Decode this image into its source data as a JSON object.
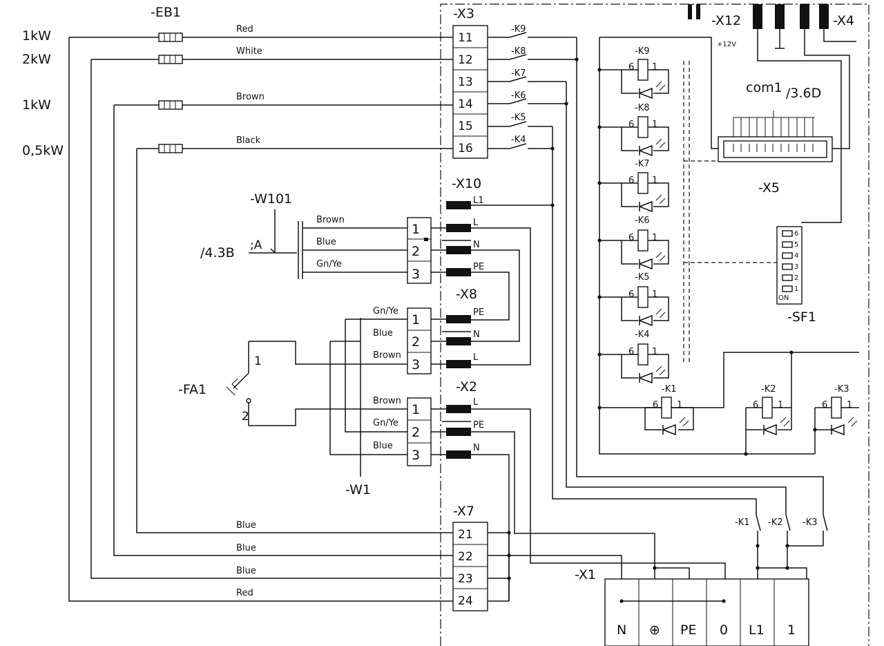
{
  "power_labels": [
    "1kW",
    "2kW",
    "1kW",
    "0,5kW"
  ],
  "heater": {
    "ref": "-EB1"
  },
  "wire_colors_top": [
    "Red",
    "White",
    "Brown",
    "Black"
  ],
  "x3": {
    "ref": "-X3",
    "terminals": [
      "11",
      "12",
      "13",
      "14",
      "15",
      "16"
    ]
  },
  "relay_contacts": [
    "-K9",
    "-K8",
    "-K7",
    "-K6",
    "-K5",
    "-K4"
  ],
  "x12": {
    "ref": "-X12"
  },
  "x4": {
    "ref": "-X4"
  },
  "supply_label": "+12V",
  "relay_coils": [
    "-K9",
    "-K8",
    "-K7",
    "-K6",
    "-K5",
    "-K4"
  ],
  "coil_pins": {
    "a": "6",
    "b": "1"
  },
  "com_port": {
    "label": "com1",
    "page_ref": "/3.6D",
    "ref": "-X5"
  },
  "dip_switch": {
    "ref": "-SF1",
    "on_label": "ON",
    "positions": [
      "1",
      "2",
      "3",
      "4",
      "5",
      "6"
    ]
  },
  "cable_w101": {
    "ref": "-W101",
    "page_ref": "/4.3B",
    "point": ";A"
  },
  "x10": {
    "ref": "-X10",
    "pins": [
      "L1",
      "L",
      "N",
      "PE"
    ]
  },
  "w101_conn": {
    "pins": [
      "1",
      "2",
      "3"
    ],
    "colors": [
      "Brown",
      "Blue",
      "Gn/Ye"
    ]
  },
  "x8": {
    "ref": "-X8",
    "pins": [
      "PE",
      "N",
      "L"
    ]
  },
  "fa1_conn": {
    "pins": [
      "1",
      "2",
      "3"
    ],
    "colors": [
      "Gn/Ye",
      "Blue",
      "Brown"
    ]
  },
  "fa1": {
    "ref": "-FA1",
    "pin_a": "1",
    "pin_b": "2"
  },
  "x2": {
    "ref": "-X2",
    "pins": [
      "L",
      "PE",
      "N"
    ]
  },
  "w1_conn": {
    "pins": [
      "1",
      "2",
      "3"
    ],
    "colors": [
      "Brown",
      "Gn/Ye",
      "Blue"
    ]
  },
  "cable_w1": {
    "ref": "-W1"
  },
  "relay_coils_bottom": [
    "-K1",
    "-K2",
    "-K3"
  ],
  "x7": {
    "ref": "-X7",
    "terminals": [
      "21",
      "22",
      "23",
      "24"
    ]
  },
  "wire_colors_bottom": [
    "Blue",
    "Blue",
    "Blue",
    "Red"
  ],
  "mains_contacts": [
    "-K1",
    "-K2",
    "-K3"
  ],
  "x1": {
    "ref": "-X1",
    "terminals": [
      "N",
      "⊕",
      "PE",
      "0",
      "L1",
      "1"
    ]
  }
}
